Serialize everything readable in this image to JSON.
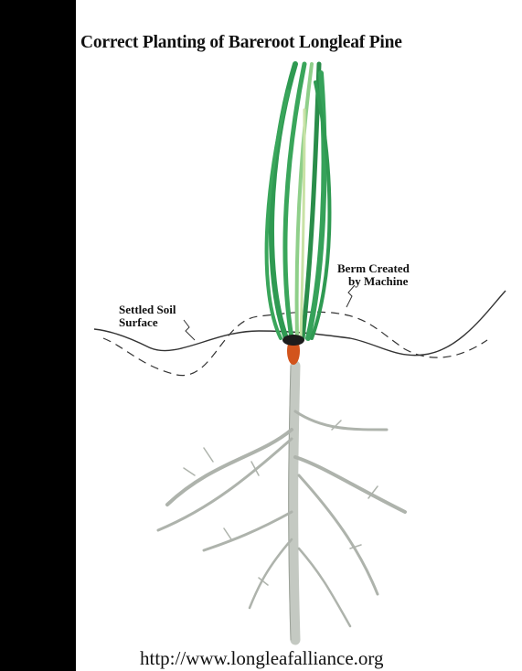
{
  "title": "Correct Planting of Bareroot Longleaf Pine",
  "labels": {
    "settled_soil_line1": "Settled Soil",
    "settled_soil_line2": "Surface",
    "berm_line1": "Berm Created",
    "berm_line2": "by Machine"
  },
  "footer_url": "http://www.longleafalliance.org",
  "colors": {
    "needles": "#2f9a52",
    "needles_light": "#8fcf8a",
    "root": "#bfc4bd",
    "bud": "#d2541c",
    "soil_line": "#333333",
    "background_bar": "#000000"
  }
}
